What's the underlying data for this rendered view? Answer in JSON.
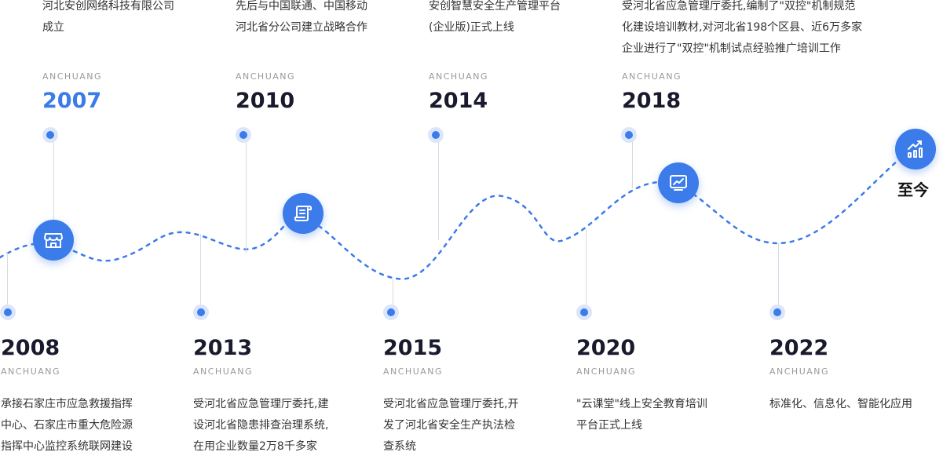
{
  "brand_tag": "ANCHUANG",
  "top_items": [
    {
      "year": "2007",
      "desc": "河北安创网络科技有限公司\n成立"
    },
    {
      "year": "2010",
      "desc": "先后与中国联通、中国移动\n河北省分公司建立战略合作"
    },
    {
      "year": "2014",
      "desc": "安创智慧安全生产管理平台\n(企业版)正式上线"
    },
    {
      "year": "2018",
      "desc": "受河北省应急管理厅委托,编制了\"双控\"机制规范\n化建设培训教材,对河北省198个区县、近6万多家\n企业进行了\"双控\"机制试点经验推广培训工作"
    }
  ],
  "bottom_items": [
    {
      "year": "2008",
      "desc": "承接石家庄市应急救援指挥\n中心、石家庄市重大危险源\n指挥中心监控系统联网建设"
    },
    {
      "year": "2013",
      "desc": "受河北省应急管理厅委托,建\n设河北省隐患排查治理系统,\n在用企业数量2万8千多家"
    },
    {
      "year": "2015",
      "desc": "受河北省应急管理厅委托,开\n发了河北省安全生产执法检\n查系统"
    },
    {
      "year": "2020",
      "desc": "\"云课堂\"线上安全教育培训\n平台正式上线"
    },
    {
      "year": "2022",
      "desc": "标准化、信息化、智能化应用"
    }
  ],
  "end_label": "至今",
  "colors": {
    "accent": "#3b7bea",
    "dot_ring": "#dbe6fb",
    "year_text": "#1a1a2e"
  },
  "icons": [
    "store-icon",
    "scroll-icon",
    "monitor-chart-icon",
    "growth-chart-icon"
  ]
}
